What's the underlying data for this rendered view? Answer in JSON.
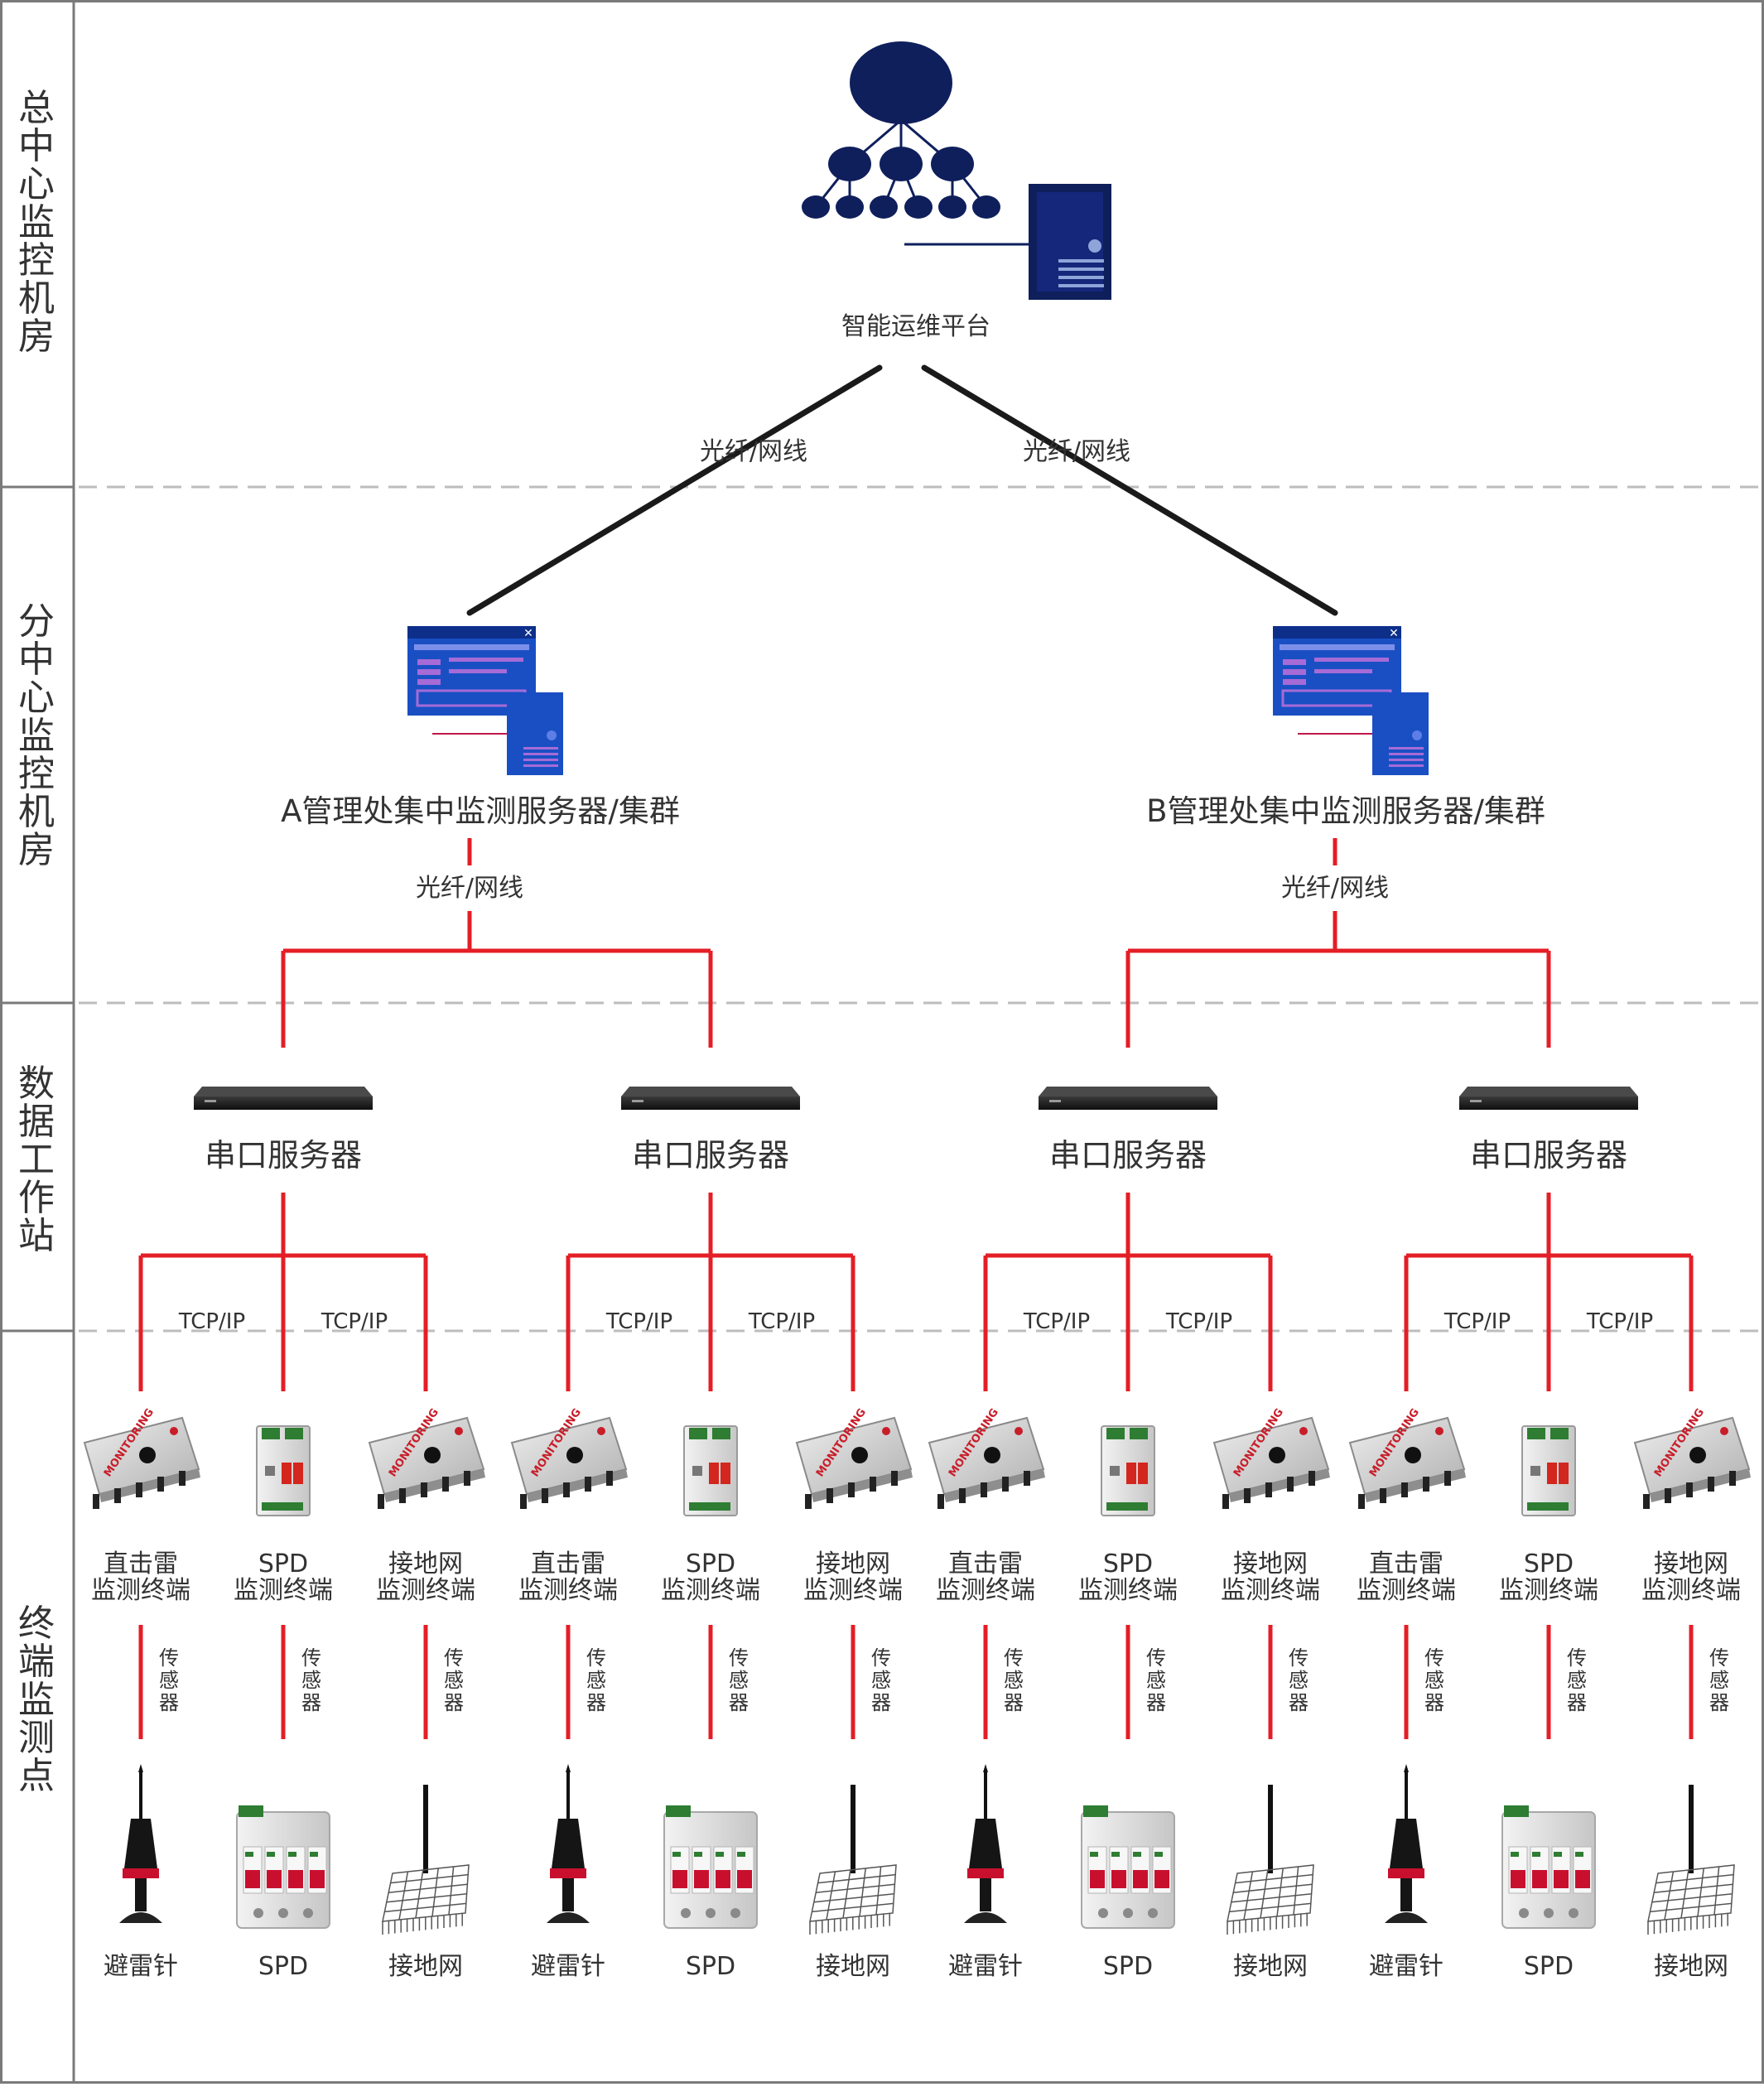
{
  "colors": {
    "navy": "#0f1f5c",
    "blue": "#1a4fc4",
    "red": "#e41e26",
    "black": "#1a1a1a",
    "dash": "#bdbdbd",
    "border": "#7a7a7a",
    "text": "#333333"
  },
  "layers": [
    {
      "label": "总中心监控机房"
    },
    {
      "label": "分中心监控机房"
    },
    {
      "label": "数据工作站"
    },
    {
      "label": "终端监测点"
    }
  ],
  "platform": {
    "label": "智能运维平台",
    "icon": "network-server-icon"
  },
  "top_links": [
    "光纤/网线",
    "光纤/网线"
  ],
  "centers": [
    {
      "label": "A管理处集中监测服务器/集群",
      "link": "光纤/网线",
      "icon": "server-window-icon"
    },
    {
      "label": "B管理处集中监测服务器/集群",
      "link": "光纤/网线",
      "icon": "server-window-icon"
    }
  ],
  "serial_servers": [
    {
      "label": "串口服务器",
      "links": [
        "TCP/IP",
        "TCP/IP"
      ]
    },
    {
      "label": "串口服务器",
      "links": [
        "TCP/IP",
        "TCP/IP"
      ]
    },
    {
      "label": "串口服务器",
      "links": [
        "TCP/IP",
        "TCP/IP"
      ]
    },
    {
      "label": "串口服务器",
      "links": [
        "TCP/IP",
        "TCP/IP"
      ]
    }
  ],
  "terminal_groups": [
    {
      "terminals": [
        {
          "kind": "box",
          "line1": "直击雷",
          "line2": "监测终端",
          "sensor": "传感器",
          "device": "避雷针",
          "device_kind": "rod"
        },
        {
          "kind": "spd",
          "line1": "SPD",
          "line2": "监测终端",
          "sensor": "传感器",
          "device": "SPD",
          "device_kind": "spd"
        },
        {
          "kind": "box",
          "line1": "接地网",
          "line2": "监测终端",
          "sensor": "传感器",
          "device": "接地网",
          "device_kind": "grid"
        }
      ]
    },
    {
      "terminals": [
        {
          "kind": "box",
          "line1": "直击雷",
          "line2": "监测终端",
          "sensor": "传感器",
          "device": "避雷针",
          "device_kind": "rod"
        },
        {
          "kind": "spd",
          "line1": "SPD",
          "line2": "监测终端",
          "sensor": "传感器",
          "device": "SPD",
          "device_kind": "spd"
        },
        {
          "kind": "box",
          "line1": "接地网",
          "line2": "监测终端",
          "sensor": "传感器",
          "device": "接地网",
          "device_kind": "grid"
        }
      ]
    },
    {
      "terminals": [
        {
          "kind": "box",
          "line1": "直击雷",
          "line2": "监测终端",
          "sensor": "传感器",
          "device": "避雷针",
          "device_kind": "rod"
        },
        {
          "kind": "spd",
          "line1": "SPD",
          "line2": "监测终端",
          "sensor": "传感器",
          "device": "SPD",
          "device_kind": "spd"
        },
        {
          "kind": "box",
          "line1": "接地网",
          "line2": "监测终端",
          "sensor": "传感器",
          "device": "接地网",
          "device_kind": "grid"
        }
      ]
    },
    {
      "terminals": [
        {
          "kind": "box",
          "line1": "直击雷",
          "line2": "监测终端",
          "sensor": "传感器",
          "device": "避雷针",
          "device_kind": "rod"
        },
        {
          "kind": "spd",
          "line1": "SPD",
          "line2": "监测终端",
          "sensor": "传感器",
          "device": "SPD",
          "device_kind": "spd"
        },
        {
          "kind": "box",
          "line1": "接地网",
          "line2": "监测终端",
          "sensor": "传感器",
          "device": "接地网",
          "device_kind": "grid"
        }
      ]
    }
  ],
  "box_brand": "MONITORING"
}
